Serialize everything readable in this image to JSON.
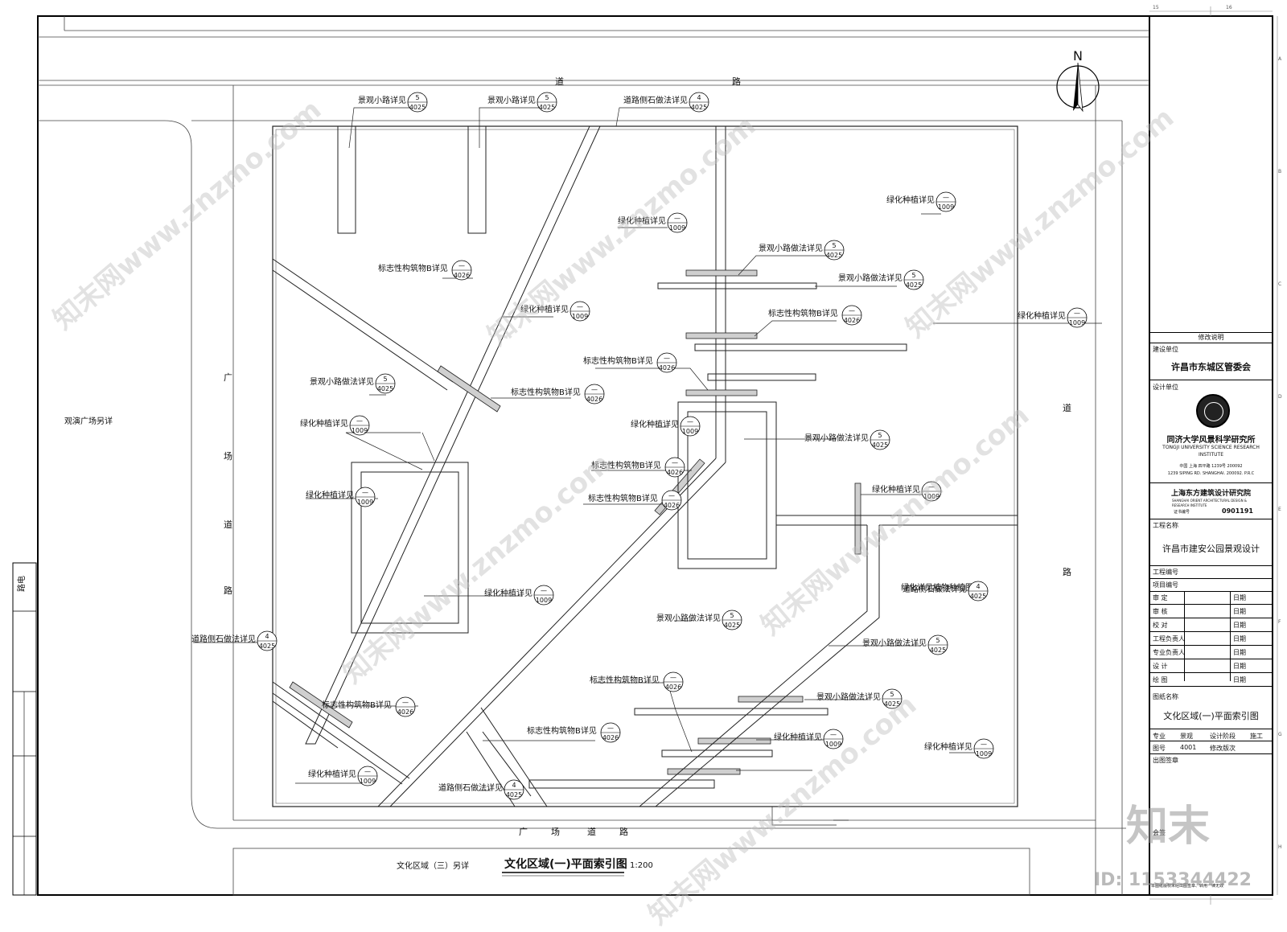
{
  "north_label": "N",
  "roads": {
    "top": [
      "道",
      "路"
    ],
    "bottom": [
      "广",
      "场",
      "道",
      "路"
    ],
    "left": [
      "广",
      "场",
      "道",
      "路"
    ],
    "right": [
      "道",
      "路"
    ]
  },
  "notes": {
    "left_plaza": "观演广场另详",
    "bottom_area": "文化区域（三）另详",
    "greening": "绿化详见植物种植图",
    "left_strip": "路电"
  },
  "drawing_title": "文化区域(一)平面索引图",
  "scale": "1:200",
  "callouts": [
    {
      "text": "景观小路详见",
      "num": "5",
      "ref": "4025"
    },
    {
      "text": "景观小路详见",
      "num": "5",
      "ref": "4025"
    },
    {
      "text": "道路侧石做法详见",
      "num": "4",
      "ref": "4025"
    },
    {
      "text": "绿化种植详见",
      "num": "—",
      "ref": "1009"
    },
    {
      "text": "绿化种植详见",
      "num": "—",
      "ref": "1009"
    },
    {
      "text": "标志性构筑物B详见",
      "num": "—",
      "ref": "4026"
    },
    {
      "text": "景观小路做法详见",
      "num": "5",
      "ref": "4025"
    },
    {
      "text": "绿化种植详见",
      "num": "—",
      "ref": "1009"
    },
    {
      "text": "景观小路做法详见",
      "num": "5",
      "ref": "4025"
    },
    {
      "text": "标志性构筑物B详见",
      "num": "—",
      "ref": "4026"
    },
    {
      "text": "道路侧石做法详见",
      "num": "4",
      "ref": "4025"
    },
    {
      "text": "标志性构筑物B详见",
      "num": "—",
      "ref": "4026"
    },
    {
      "text": "标志性构筑物B详见",
      "num": "—",
      "ref": "4026"
    },
    {
      "text": "绿化种植详见",
      "num": "—",
      "ref": "1009"
    },
    {
      "text": "景观小路做法详见",
      "num": "5",
      "ref": "4025"
    },
    {
      "text": "绿化种植详见",
      "num": "—",
      "ref": "1009"
    },
    {
      "text": "绿化种植详见",
      "num": "—",
      "ref": "1009"
    },
    {
      "text": "景观小路做法详见",
      "num": "5",
      "ref": "4025"
    },
    {
      "text": "标志性构筑物B详见",
      "num": "—",
      "ref": "4026"
    },
    {
      "text": "绿化种植详见",
      "num": "—",
      "ref": "1009"
    },
    {
      "text": "标志性构筑物B详见",
      "num": "—",
      "ref": "4026"
    },
    {
      "text": "绿化种植详见",
      "num": "—",
      "ref": "1009"
    },
    {
      "text": "道路侧石做法详见",
      "num": "4",
      "ref": "4025"
    },
    {
      "text": "绿化种植详见",
      "num": "—",
      "ref": "1009"
    },
    {
      "text": "景观小路做法详见",
      "num": "5",
      "ref": "4025"
    },
    {
      "text": "景观小路做法详见",
      "num": "5",
      "ref": "4025"
    },
    {
      "text": "标志性构筑物B详见",
      "num": "—",
      "ref": "4026"
    },
    {
      "text": "标志性构筑物B详见",
      "num": "—",
      "ref": "4026"
    },
    {
      "text": "景观小路做法详见",
      "num": "5",
      "ref": "4025"
    },
    {
      "text": "标志性构筑物B详见",
      "num": "—",
      "ref": "4026"
    },
    {
      "text": "绿化种植详见",
      "num": "—",
      "ref": "1009"
    },
    {
      "text": "绿化种植详见",
      "num": "—",
      "ref": "1009"
    },
    {
      "text": "绿化种植详见",
      "num": "—",
      "ref": "1009"
    },
    {
      "text": "道路侧石做法详见",
      "num": "4",
      "ref": "4025"
    }
  ],
  "title_block": {
    "revision_label": "修改说明",
    "client_label": "建设单位",
    "client": "许昌市东城区管委会",
    "designer_label": "设计单位",
    "institute": "同济大学风景科学研究所",
    "institute_en": "TONGJI UNIVERSITY SCIENCE RESEARCH INSTITUTE",
    "institute_addr1": "中国 上海 四平路 1239号 200092",
    "institute_addr2": "1239 SIPING RD. SHANGHAI. 200092. P.R.C",
    "partner": "上海东方建筑设计研究院",
    "partner_en": "SHANGHAI ORIENT ARCHITECTURAL DESIGN & RESEARCH INSTITUTE",
    "cert_label": "证书编号",
    "cert": "0901191",
    "project_name_label": "工程名称",
    "project_name": "许昌市建安公园景观设计",
    "project_no_label": "工程编号",
    "item_no_label": "项目编号",
    "roles": [
      {
        "role": "审 定",
        "date": "日期"
      },
      {
        "role": "审 核",
        "date": "日期"
      },
      {
        "role": "校 对",
        "date": "日期"
      },
      {
        "role": "工程负责人",
        "date": "日期"
      },
      {
        "role": "专业负责人",
        "date": "日期"
      },
      {
        "role": "设 计",
        "date": "日期"
      },
      {
        "role": "绘 图",
        "date": "日期"
      }
    ],
    "drawing_name_label": "图纸名称",
    "drawing_name": "文化区域(一)平面索引图",
    "discipline_label": "专业",
    "discipline": "景观",
    "phase_label": "设计阶段",
    "phase": "施工",
    "sheet_no_label": "图号",
    "sheet_no": "4001",
    "revision_count_label": "修改版次",
    "stamp_label": "出图签章",
    "seal_label": "会签",
    "footer_note": "本图纸版权未经出图签章、转用一律无效"
  },
  "grid_labels": {
    "top": [
      "15",
      "16"
    ],
    "right": [
      "A",
      "B",
      "C",
      "D",
      "E",
      "F",
      "G",
      "H"
    ]
  },
  "watermarks": {
    "logo": "知末",
    "id": "ID: 1153344422",
    "pattern": "知末网www.znzmo.com"
  }
}
